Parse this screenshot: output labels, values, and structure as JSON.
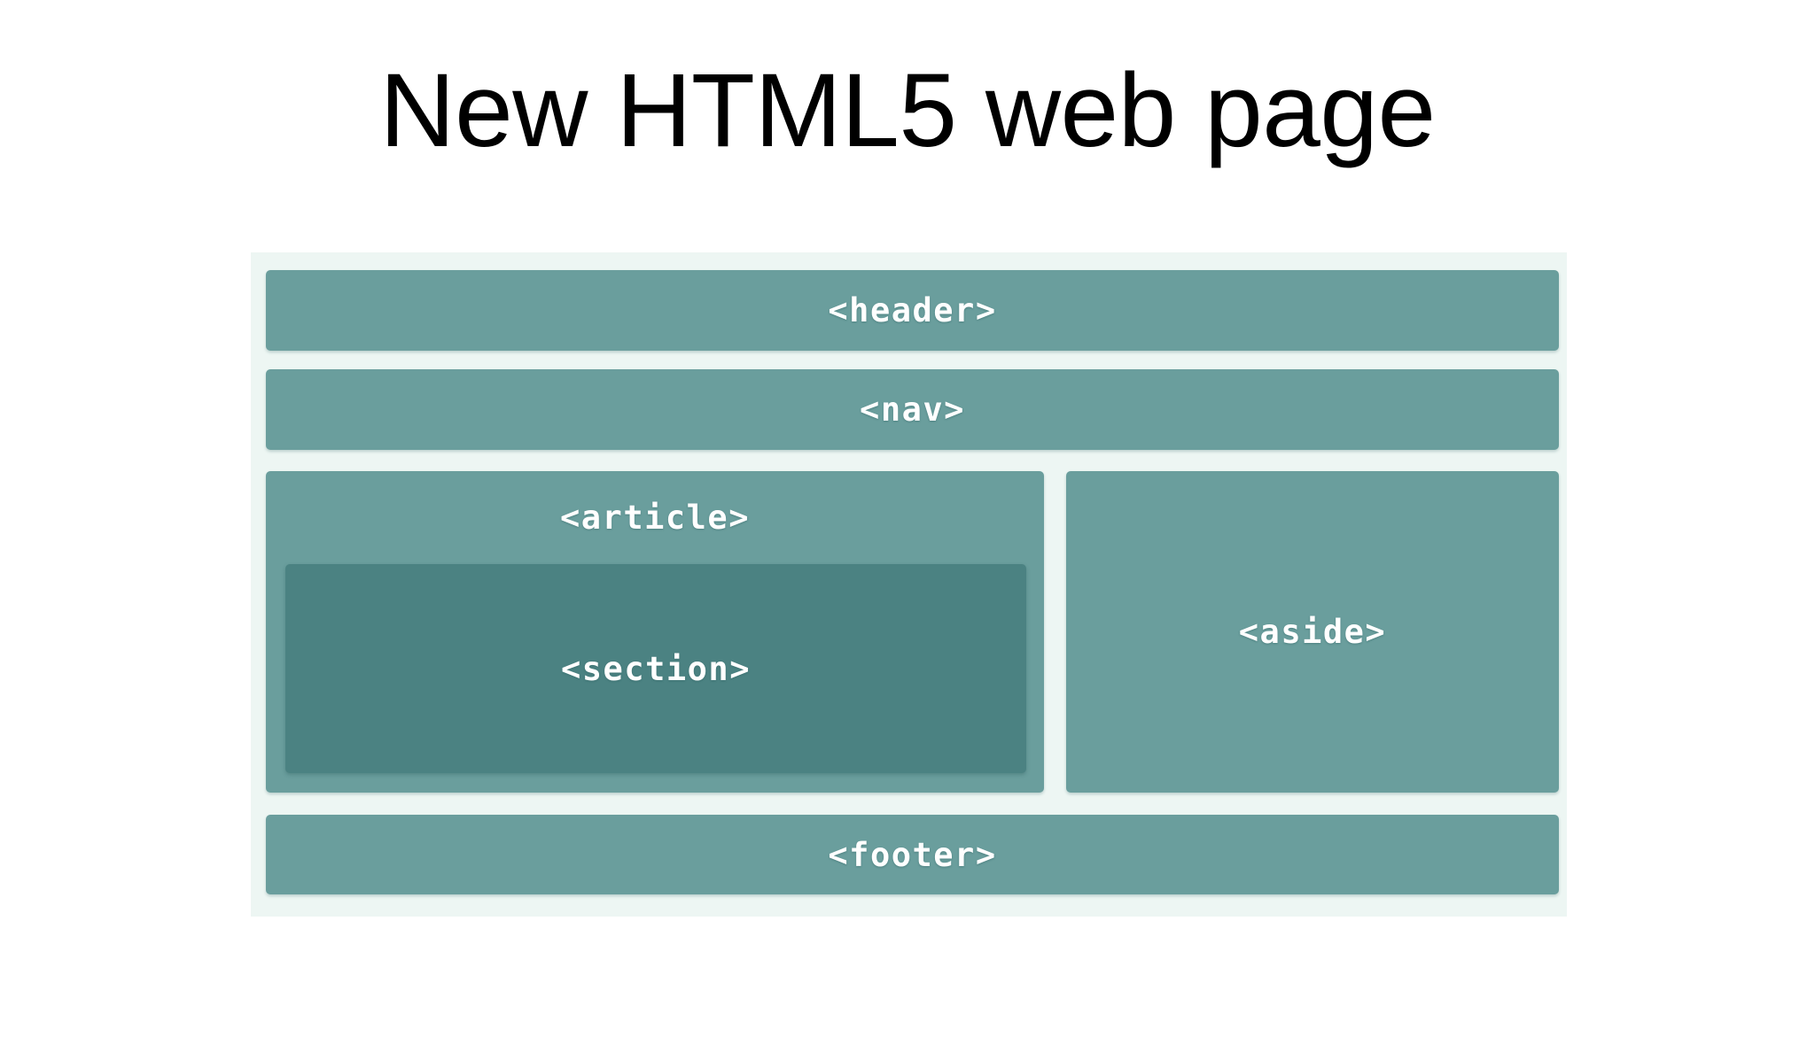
{
  "slide": {
    "title": "New HTML5 web page"
  },
  "diagram": {
    "name": "html5-page-structure-diagram",
    "colors": {
      "frame_background": "#edf6f3",
      "block_fill": "#6a9e9d",
      "nested_block_fill": "#4b8282",
      "label_text": "#ffffff",
      "title_text": "#000000",
      "page_background": "#ffffff"
    },
    "blocks": [
      {
        "key": "header",
        "label": "<header>"
      },
      {
        "key": "nav",
        "label": "<nav>"
      },
      {
        "key": "article",
        "label": "<article>"
      },
      {
        "key": "section",
        "label": "<section>"
      },
      {
        "key": "aside",
        "label": "<aside>"
      },
      {
        "key": "footer",
        "label": "<footer>"
      }
    ],
    "labels": {
      "header": "<header>",
      "nav": "<nav>",
      "article": "<article>",
      "section": "<section>",
      "aside": "<aside>",
      "footer": "<footer>"
    }
  }
}
